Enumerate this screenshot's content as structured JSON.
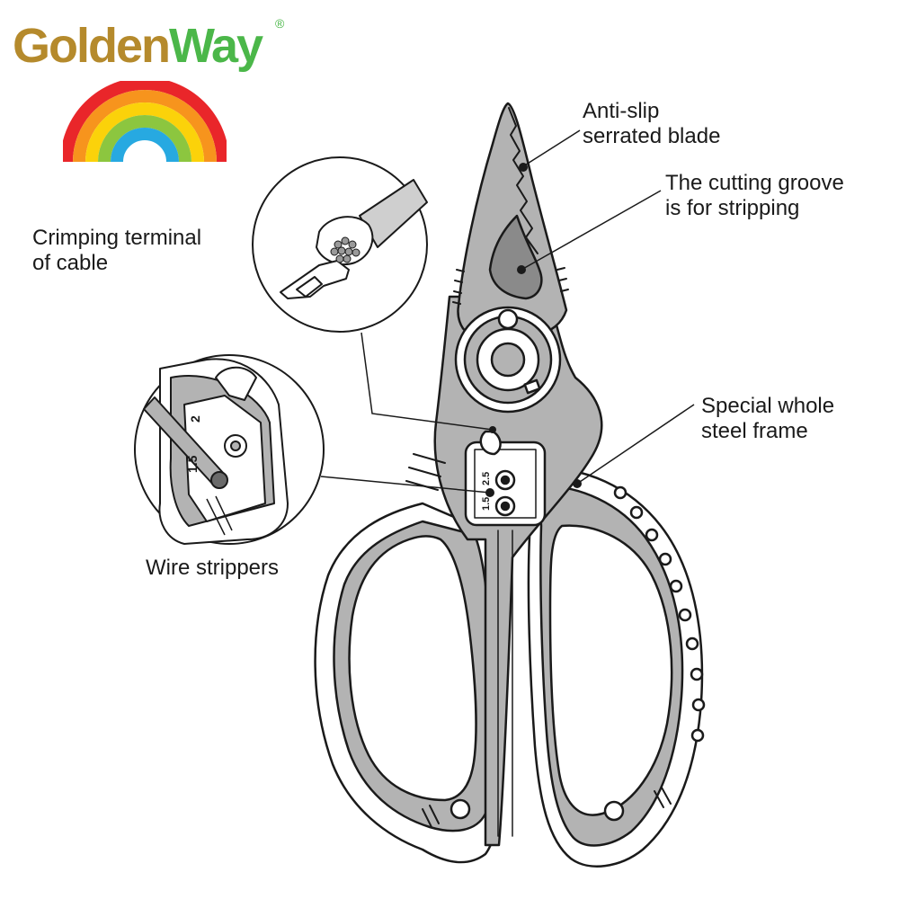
{
  "brand": {
    "name_part1": "Golden",
    "name_part2": "Way",
    "registered_mark": "®",
    "color_gold": "#b58a2c",
    "color_green": "#4bb749"
  },
  "callouts": {
    "anti_slip": "Anti-slip\nserrated blade",
    "cutting_groove": "The cutting groove\nis for stripping",
    "crimping": "Crimping terminal\nof cable",
    "steel_frame": "Special whole\nsteel frame",
    "wire_strippers": "Wire strippers"
  },
  "gauge_marks": {
    "left_upper": "2.5",
    "left_lower": "1.5",
    "zoom_upper": "2",
    "zoom_lower": "1.5"
  },
  "colors": {
    "steel": "#b3b3b3",
    "outline": "#1a1a1a",
    "handle_white": "#ffffff"
  }
}
